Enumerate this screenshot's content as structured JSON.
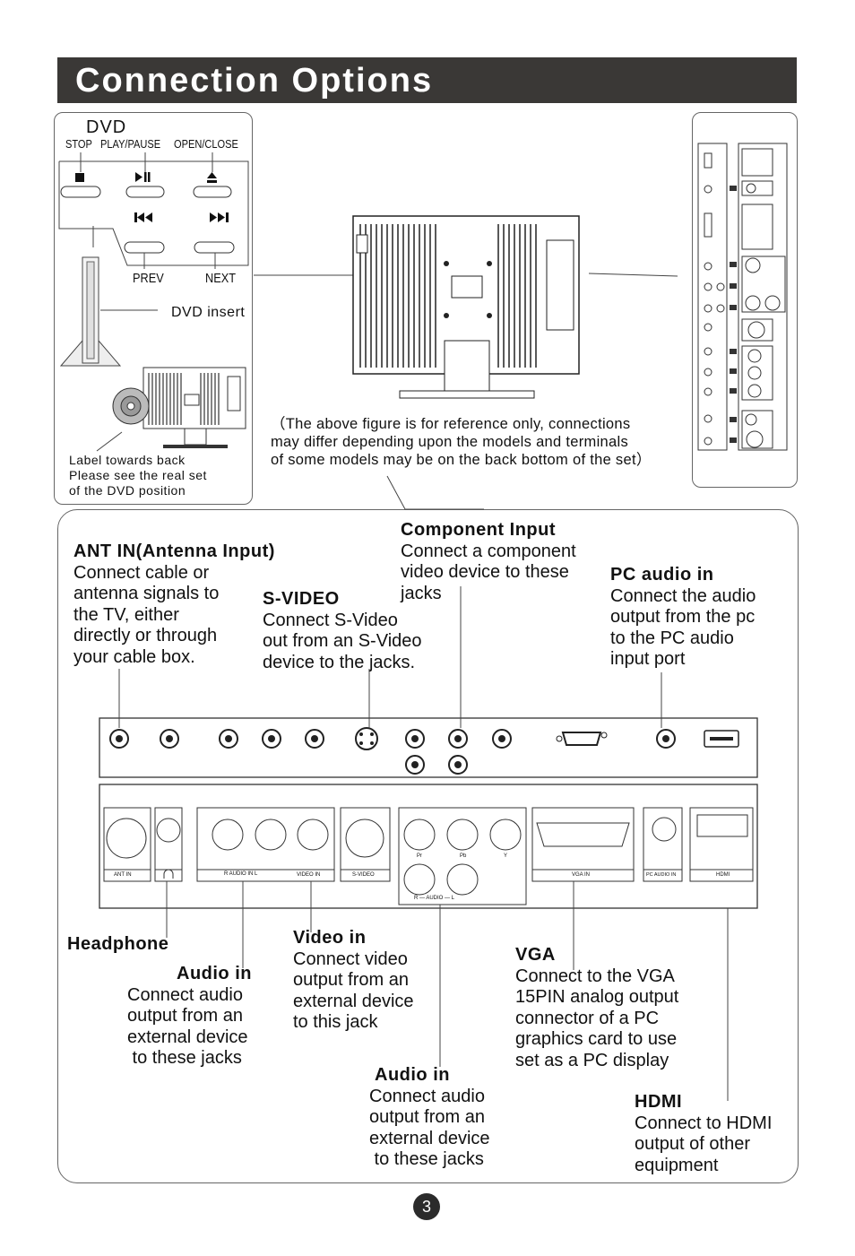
{
  "page": {
    "title": "Connection Options",
    "number": "3"
  },
  "dvd": {
    "heading": "DVD",
    "button_labels": [
      "STOP",
      "PLAY/PAUSE",
      "OPEN/CLOSE"
    ],
    "prev_label": "PREV",
    "next_label": "NEXT",
    "insert_label": "DVD insert",
    "note_lines": [
      "Label towards back",
      "Please see the real set",
      "of the DVD position"
    ]
  },
  "reference_note": [
    "（The above figure is for reference only, connections",
    "may differ depending upon the models and terminals",
    "of some models may be on the back bottom of the set）"
  ],
  "panel_labels": {
    "ant_in": "ANT IN",
    "audio_in": "R AUDIO IN L",
    "video_in": "VIDEO IN",
    "s_video": "S-VIDEO",
    "component_pr": "Pr",
    "component_pb": "Pb",
    "component_y": "Y",
    "component_audio": "R — AUDIO — L",
    "vga_in": "VGA IN",
    "pc_audio_in": "PC AUDIO IN",
    "hdmi": "HDMI"
  },
  "callouts": {
    "ant_in": {
      "title": "ANT IN(Antenna Input)",
      "lines": [
        "Connect cable or",
        "antenna signals to",
        "the TV, either",
        "directly or through",
        "your cable box."
      ]
    },
    "s_video": {
      "title": "S-VIDEO",
      "lines": [
        "Connect S-Video",
        "out from an S-Video",
        "device to the jacks."
      ]
    },
    "component": {
      "title": "Component Input",
      "lines": [
        "Connect a component",
        "video device to these",
        "jacks"
      ]
    },
    "pc_audio": {
      "title": "PC audio in",
      "lines": [
        "Connect the audio",
        "output from the pc",
        "to the PC audio",
        "input port"
      ]
    },
    "headphone": {
      "title": "Headphone"
    },
    "audio_in_1": {
      "title": "Audio in",
      "lines": [
        "Connect audio",
        "output from an",
        "external device",
        " to these jacks"
      ]
    },
    "video_in": {
      "title": "Video in",
      "lines": [
        "Connect video",
        "output from an",
        "external device",
        "to this jack"
      ]
    },
    "vga": {
      "title": "VGA",
      "lines": [
        "Connect to the VGA",
        "15PIN analog output",
        "connector of a PC",
        "graphics card to use",
        "set as a PC display"
      ]
    },
    "audio_in_2": {
      "title": "Audio in",
      "lines": [
        "Connect audio",
        "output from an",
        "external device",
        " to these jacks"
      ]
    },
    "hdmi": {
      "title": "HDMI",
      "lines": [
        "Connect to HDMI",
        "output of other",
        "equipment"
      ]
    }
  },
  "icons": [
    "stop-icon",
    "play-pause-icon",
    "eject-icon",
    "previous-icon",
    "next-icon",
    "headphone-icon",
    "dvd-disc-icon"
  ]
}
